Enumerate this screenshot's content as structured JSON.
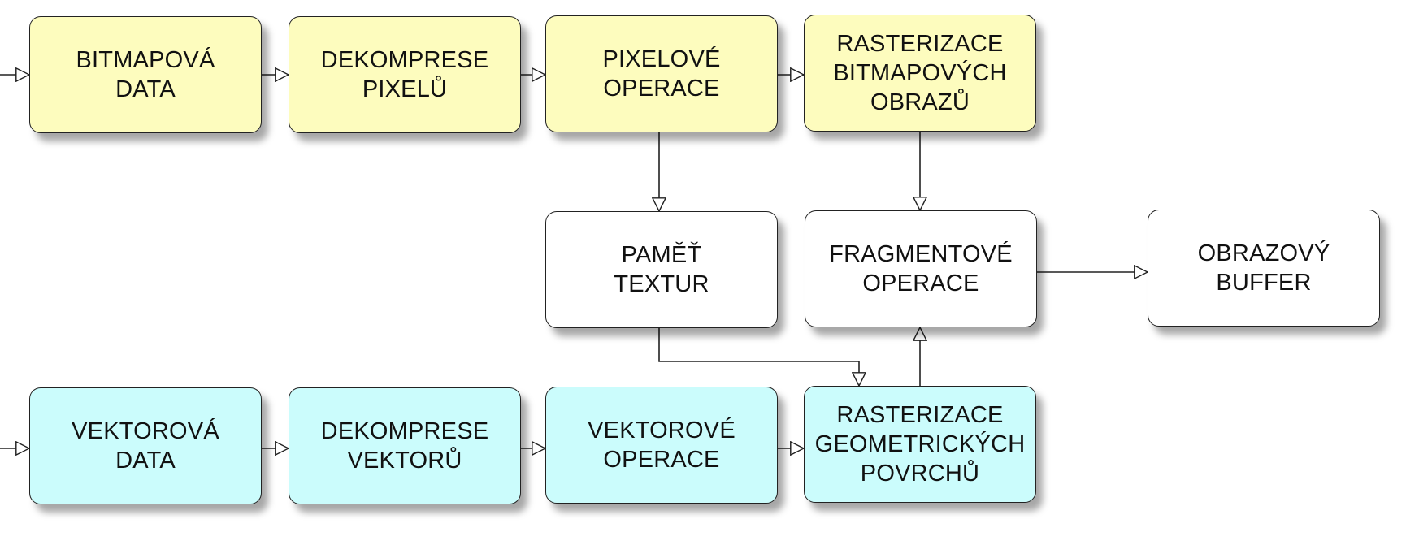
{
  "diagram": {
    "nodes": {
      "bitmap_data": "BITMAPOVÁ\nDATA",
      "pixel_decompression": "DEKOMPRESE\nPIXELŮ",
      "pixel_operations": "PIXELOVÉ\nOPERACE",
      "bitmap_rasterization": "RASTERIZACE\nBITMAPOVÝCH\nOBRAZŮ",
      "texture_memory": "PAMĚŤ\nTEXTUR",
      "fragment_operations": "FRAGMENTOVÉ\nOPERACE",
      "framebuffer": "OBRAZOVÝ\nBUFFER",
      "vector_data": "VEKTOROVÁ\nDATA",
      "vector_decompression": "DEKOMPRESE\nVEKTORŮ",
      "vector_operations": "VEKTOROVÉ\nOPERACE",
      "geometry_rasterization": "RASTERIZACE\nGEOMETRICKÝCH\nPOVRCHŮ"
    },
    "edges": [
      [
        "input",
        "bitmap_data"
      ],
      [
        "bitmap_data",
        "pixel_decompression"
      ],
      [
        "pixel_decompression",
        "pixel_operations"
      ],
      [
        "pixel_operations",
        "bitmap_rasterization"
      ],
      [
        "pixel_operations",
        "texture_memory"
      ],
      [
        "bitmap_rasterization",
        "fragment_operations"
      ],
      [
        "fragment_operations",
        "framebuffer"
      ],
      [
        "texture_memory",
        "geometry_rasterization"
      ],
      [
        "geometry_rasterization",
        "fragment_operations"
      ],
      [
        "input",
        "vector_data"
      ],
      [
        "vector_data",
        "vector_decompression"
      ],
      [
        "vector_decompression",
        "vector_operations"
      ],
      [
        "vector_operations",
        "geometry_rasterization"
      ]
    ],
    "colors": {
      "bitmap_path_fill": "#fdfcbe",
      "shared_fill": "#ffffff",
      "vector_path_fill": "#cbfcfc",
      "stroke": "#222222"
    }
  }
}
